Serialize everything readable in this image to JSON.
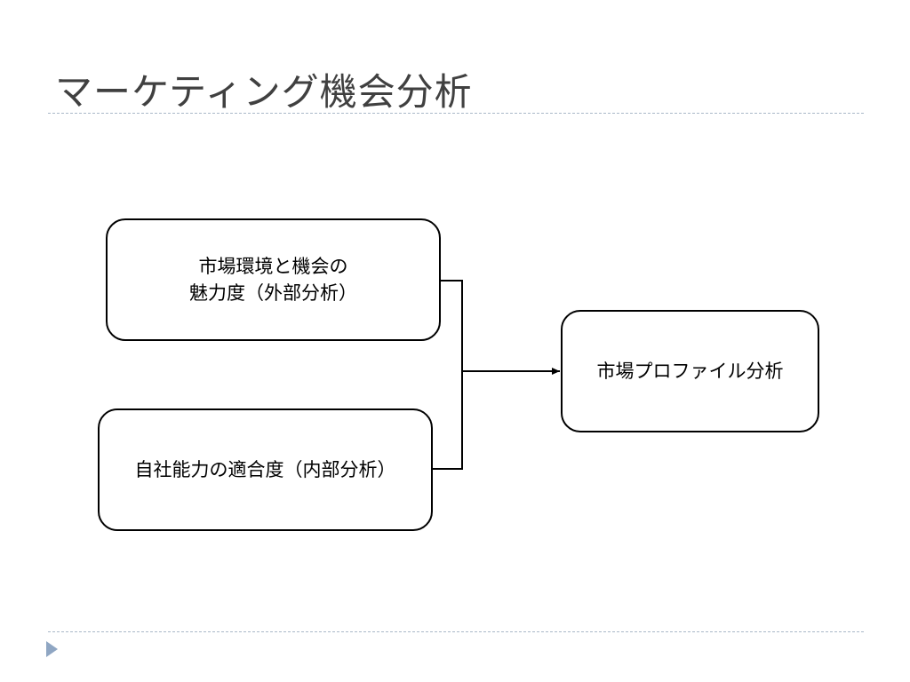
{
  "slide": {
    "title": "マーケティング機会分析"
  },
  "diagram": {
    "boxes": {
      "external": "市場環境と機会の\n魅力度（外部分析）",
      "internal": "自社能力の適合度（内部分析）",
      "profile": "市場プロファイル分析"
    }
  },
  "colors": {
    "title_text": "#404040",
    "rule": "#a9b8c8",
    "nav_arrow": "#8fa6c3",
    "box_border": "#000000"
  }
}
